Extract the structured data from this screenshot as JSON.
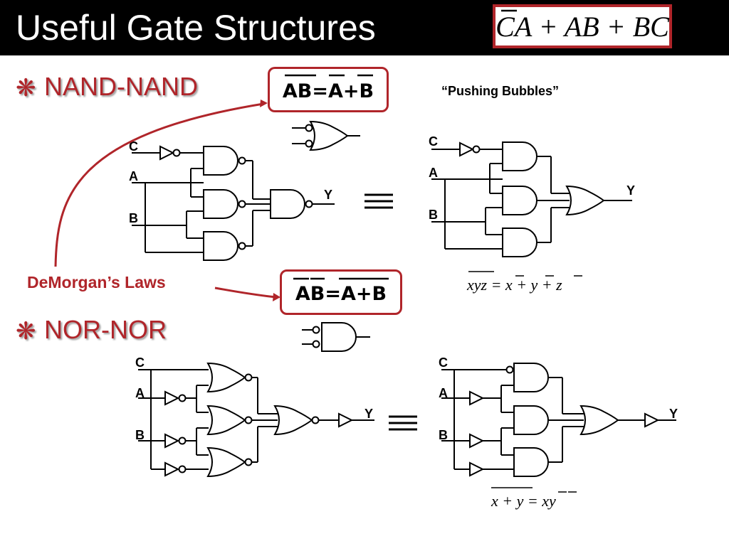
{
  "title": "Useful Gate Structures",
  "formula": "CA + AB + BC",
  "sections": {
    "nand": {
      "bullet": "❋",
      "label": "NAND-NAND"
    },
    "nor": {
      "bullet": "❋",
      "label": "NOR-NOR"
    }
  },
  "laws": {
    "nand_law": "AB=A+B",
    "nor_law": "AB=A+B"
  },
  "pushing_bubbles": "“Pushing Bubbles”",
  "demorgan": "DeMorgan’s Laws",
  "labels": {
    "c": "C",
    "a": "A",
    "b": "B",
    "y": "Y"
  },
  "equations": {
    "nand_eq": "xyz = x + y + z",
    "nor_eq": "x + y = xy"
  },
  "colors": {
    "accent": "#b0252a",
    "title_bg": "#000000",
    "title_fg": "#ffffff"
  }
}
